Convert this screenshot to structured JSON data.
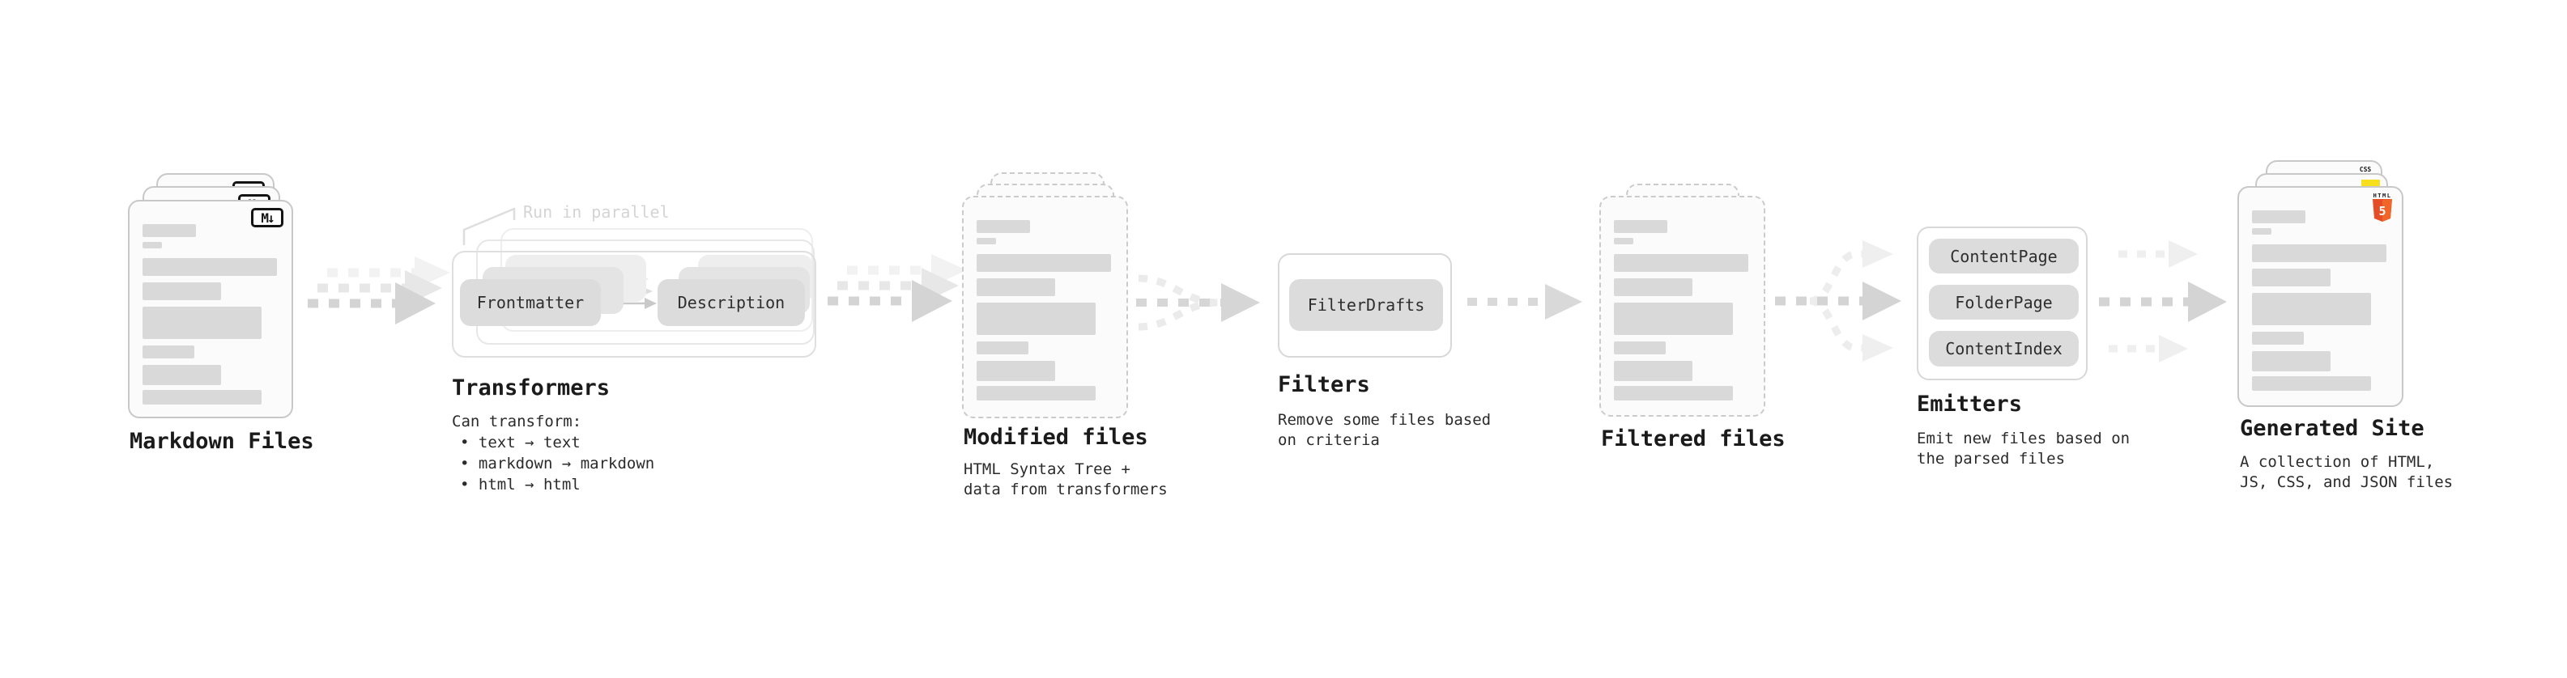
{
  "stages": {
    "markdown_files": {
      "label": "Markdown Files"
    },
    "transformers": {
      "title": "Transformers",
      "annotation": "Run in parallel",
      "pill_input": "Frontmatter",
      "pill_output": "Description",
      "intro": "Can transform:",
      "bullets": [
        "• text → text",
        "• markdown → markdown",
        "• html → html"
      ]
    },
    "modified_files": {
      "label": "Modified files",
      "subtitle_line1": "HTML Syntax Tree +",
      "subtitle_line2": "data from transformers"
    },
    "filters": {
      "title": "Filters",
      "pill": "FilterDrafts",
      "subtitle_line1": "Remove some files based",
      "subtitle_line2": "on criteria"
    },
    "filtered_files": {
      "label": "Filtered files"
    },
    "emitters": {
      "title": "Emitters",
      "pills": [
        "ContentPage",
        "FolderPage",
        "ContentIndex"
      ],
      "subtitle_line1": "Emit new files based on",
      "subtitle_line2": "the parsed files"
    },
    "generated_site": {
      "label": "Generated Site",
      "subtitle_line1": "A collection of HTML,",
      "subtitle_line2": "JS, CSS, and JSON files"
    }
  },
  "icons": {
    "markdown_badge": "M↓",
    "html5_word": "HTML",
    "html5_number": "5",
    "css_badge": "CSS"
  },
  "colors": {
    "html5_orange": "#e44d26",
    "html5_orange_light": "#f16529",
    "js_yellow": "#f7df1e",
    "css_blue": "#2d53e5",
    "skeleton_gray": "#d9d9d9",
    "arrow_gray": "#d4d4d4"
  }
}
